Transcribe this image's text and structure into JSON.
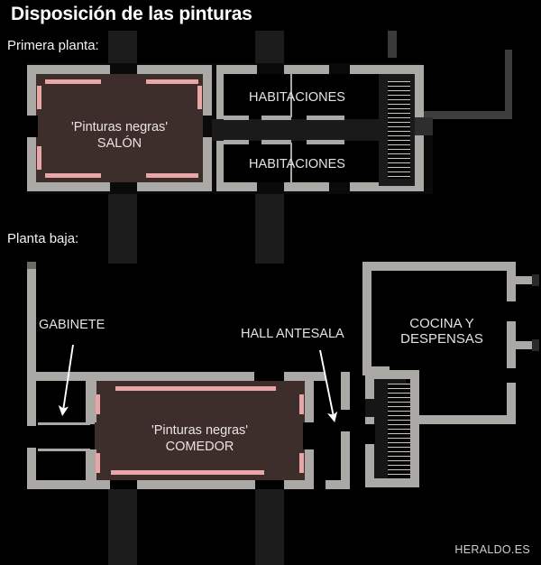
{
  "title": "Disposición de las pinturas",
  "sections": {
    "first_floor_label": "Primera planta:",
    "ground_floor_label": "Planta baja:"
  },
  "credit": "HERALDO.ES",
  "colors": {
    "background": "#000000",
    "wall": "#aaa9a5",
    "wall_dark": "#3d3d3d",
    "column": "#1c1c1c",
    "painting_room": "#3d2e2c",
    "painting_strip": "#e8a6a6",
    "text": "#ffffff",
    "stair_tread": "#c9c6c0"
  },
  "first_floor": {
    "rooms": [
      {
        "id": "salon",
        "name_quoted": "'Pinturas negras'",
        "name": "SALÓN"
      },
      {
        "id": "habitaciones_top",
        "name": "HABITACIONES"
      },
      {
        "id": "habitaciones_bottom",
        "name": "HABITACIONES"
      }
    ]
  },
  "ground_floor": {
    "rooms": [
      {
        "id": "comedor",
        "name_quoted": "'Pinturas negras'",
        "name": "COMEDOR"
      },
      {
        "id": "gabinete",
        "name": "GABINETE"
      },
      {
        "id": "hall",
        "name": "HALL ANTESALA"
      },
      {
        "id": "cocina",
        "name_line1": "COCINA Y",
        "name_line2": "DESPENSAS"
      }
    ],
    "annotations": [
      {
        "id": "gabinete-arrow",
        "label": "GABINETE"
      },
      {
        "id": "hall-arrow",
        "label": "HALL ANTESALA"
      }
    ]
  }
}
